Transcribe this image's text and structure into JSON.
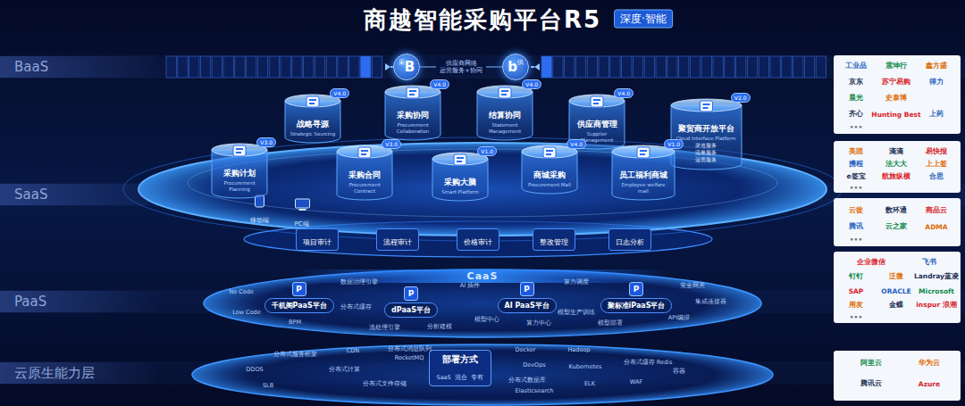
{
  "diagram": {
    "title": "商越智能采购平台R5",
    "nodes": [
      {
        "text": [
          "BaaS"
        ]
      },
      {
        "text": [
          "SaaS"
        ]
      },
      {
        "text": [
          "PaaS"
        ]
      },
      {
        "text": [
          "云原生能力层"
        ]
      },
      {
        "text": [
          "采",
          "B"
        ]
      },
      {
        "text": [
          "b",
          "供"
        ]
      },
      {
        "text": [
          "V3.0",
          "采购计划",
          "Procurement Planning"
        ]
      },
      {
        "text": [
          "V4.0",
          "战略寻源",
          "Strategic Sourcing"
        ]
      },
      {
        "text": [
          "V3.0",
          "采购合同",
          "Procurement Contract"
        ]
      },
      {
        "text": [
          "V4.0",
          "采购协同",
          "Procurement Collaboration"
        ]
      },
      {
        "text": [
          "V1.0",
          "采购大脑",
          "Smart Platform"
        ]
      },
      {
        "text": [
          "V4.0",
          "结算协同",
          "Statement Management"
        ]
      },
      {
        "text": [
          "V4.0",
          "商城采购",
          "Procurement Mall"
        ]
      },
      {
        "text": [
          "V4.0",
          "供应商管理",
          "Supplier Management"
        ]
      },
      {
        "text": [
          "V1.0",
          "员工福利商城",
          "Employee welfare mall"
        ]
      },
      {
        "text": [
          "V2.0",
          "聚贸商开放平台",
          "Cloud Interface Platform",
          "渠道服务",
          "流量服务",
          "运营服务"
        ]
      },
      {
        "text": [
          "移动端"
        ]
      },
      {
        "text": [
          "PC端"
        ]
      },
      {
        "text": [
          "项目审计"
        ]
      },
      {
        "text": [
          "流程审计"
        ]
      },
      {
        "text": [
          "价格审计"
        ]
      },
      {
        "text": [
          "整改管理"
        ]
      },
      {
        "text": [
          "日志分析"
        ]
      },
      {
        "text": [
          "P",
          "千机阁PaaS平台"
        ]
      },
      {
        "text": [
          "P",
          "dPaaS平台"
        ]
      },
      {
        "text": [
          "P",
          "AI PaaS平台"
        ]
      },
      {
        "text": [
          "P",
          "聚标准iPaaS平台"
        ]
      },
      {
        "text": [
          "部署方式",
          "SaaS",
          "混合",
          "专有"
        ]
      }
    ],
    "edges": [
      {
        "from": 4,
        "to": 5,
        "label": "供应商网络 运营服务+协同",
        "arrow": "none"
      }
    ],
    "labels": [
      "深度·智能",
      "CaaS",
      "No Code",
      "Low Code",
      "BPM",
      "数据治理引擎",
      "分布式缓存",
      "流处理引擎",
      "分析建模",
      "AI 插件",
      "模型中心",
      "算力中心",
      "算力调度",
      "模型生产训练",
      "模型部署",
      "安全网关",
      "集成连接器",
      "API编排",
      "分布式服务框架",
      "CDN",
      "分布式消息队列",
      "RocketMQ",
      "DDOS",
      "分布式计算",
      "SLB",
      "分布式文件存储",
      "Docker",
      "Hadoop",
      "DevOps",
      "Kubernetes",
      "分布式缓存 Redis",
      "分布式数据库",
      "Elasticsearch",
      "ELK",
      "WAF",
      "容器",
      "工业品",
      "震坤行",
      "鑫方盛",
      "京东",
      "苏宁易购",
      "得力",
      "晨光",
      "史泰博",
      "齐心",
      "Hunting Best",
      "上药",
      "•••",
      "美团",
      "滴滴",
      "易快报",
      "携程",
      "法大大",
      "上上签",
      "e签宝",
      "航旅纵横",
      "合思",
      "•••",
      "云徙",
      "数环通",
      "商品云",
      "腾讯",
      "云之家",
      "ADMA",
      "•••",
      "企业微信",
      "飞书",
      "钉钉",
      "泛微",
      "Landray蓝凌",
      "SAP",
      "ORACLE",
      "Microsoft",
      "用友",
      "金蝶",
      "inspur 浪潮",
      "•••",
      "阿里云",
      "华为云",
      "腾讯云",
      "Azure"
    ]
  }
}
